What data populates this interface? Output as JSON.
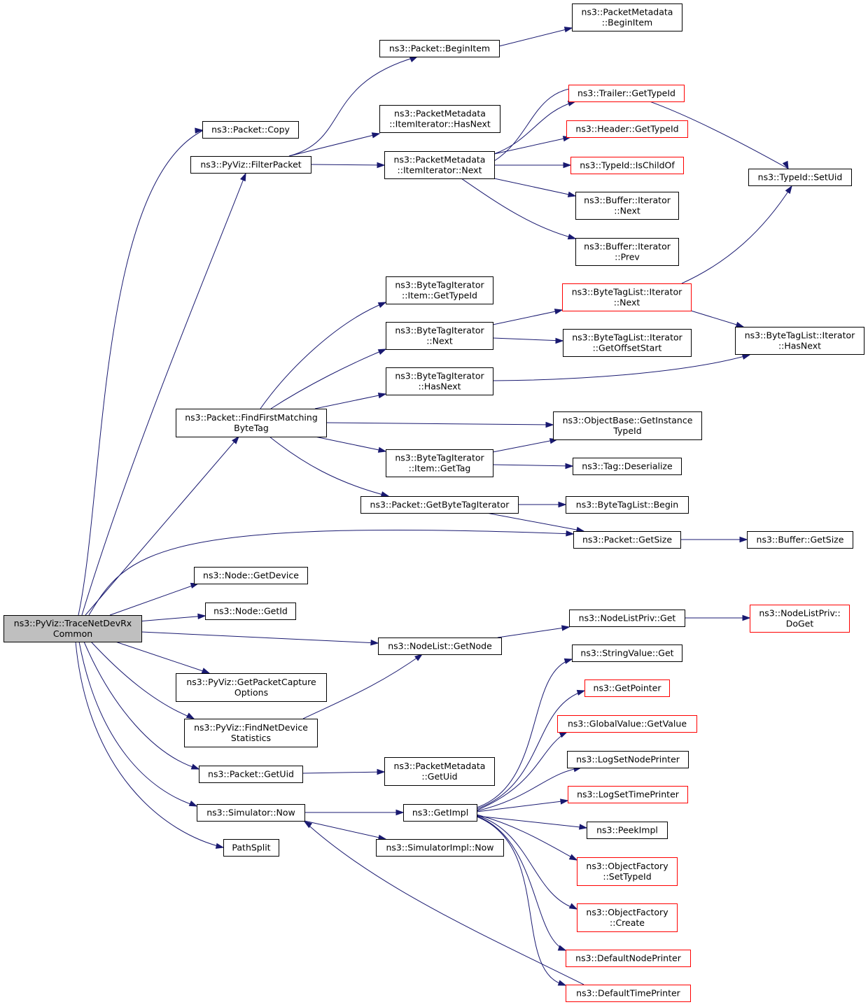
{
  "nodes": {
    "trace": [
      "ns3::PyViz::TraceNetDevRx",
      "Common"
    ],
    "copy": [
      "ns3::Packet::Copy"
    ],
    "filter": [
      "ns3::PyViz::FilterPacket"
    ],
    "beginItem": [
      "ns3::Packet::BeginItem"
    ],
    "pmBeginItem": [
      "ns3::PacketMetadata",
      "::BeginItem"
    ],
    "pmHasNext": [
      "ns3::PacketMetadata",
      "::ItemIterator::HasNext"
    ],
    "pmNext": [
      "ns3::PacketMetadata",
      "::ItemIterator::Next"
    ],
    "trailer": [
      "ns3::Trailer::GetTypeId"
    ],
    "header": [
      "ns3::Header::GetTypeId"
    ],
    "isChild": [
      "ns3::TypeId::IsChildOf"
    ],
    "setUid": [
      "ns3::TypeId::SetUid"
    ],
    "bufNext": [
      "ns3::Buffer::Iterator",
      "::Next"
    ],
    "bufPrev": [
      "ns3::Buffer::Iterator",
      "::Prev"
    ],
    "btiItemType": [
      "ns3::ByteTagIterator",
      "::Item::GetTypeId"
    ],
    "btiNext": [
      "ns3::ByteTagIterator",
      "::Next"
    ],
    "btlNext": [
      "ns3::ByteTagList::Iterator",
      "::Next"
    ],
    "btlOffset": [
      "ns3::ByteTagList::Iterator",
      "::GetOffsetStart"
    ],
    "btlHasNext": [
      "ns3::ByteTagList::Iterator",
      "::HasNext"
    ],
    "btiHasNext": [
      "ns3::ByteTagIterator",
      "::HasNext"
    ],
    "findFirst": [
      "ns3::Packet::FindFirstMatching",
      "ByteTag"
    ],
    "instType": [
      "ns3::ObjectBase::GetInstance",
      "TypeId"
    ],
    "btiGetTag": [
      "ns3::ByteTagIterator",
      "::Item::GetTag"
    ],
    "tagDeser": [
      "ns3::Tag::Deserialize"
    ],
    "getBTI": [
      "ns3::Packet::GetByteTagIterator"
    ],
    "btlBegin": [
      "ns3::ByteTagList::Begin"
    ],
    "getSize": [
      "ns3::Packet::GetSize"
    ],
    "bufSize": [
      "ns3::Buffer::GetSize"
    ],
    "getDevice": [
      "ns3::Node::GetDevice"
    ],
    "getId": [
      "ns3::Node::GetId"
    ],
    "nlpGet": [
      "ns3::NodeListPriv::Get"
    ],
    "nlpDoGet": [
      "ns3::NodeListPriv::",
      "DoGet"
    ],
    "getNode": [
      "ns3::NodeList::GetNode"
    ],
    "strGet": [
      "ns3::StringValue::Get"
    ],
    "getCapture": [
      "ns3::PyViz::GetPacketCapture",
      "Options"
    ],
    "getPointer": [
      "ns3::GetPointer"
    ],
    "gvGet": [
      "ns3::GlobalValue::GetValue"
    ],
    "findStats": [
      "ns3::PyViz::FindNetDevice",
      "Statistics"
    ],
    "logNode": [
      "ns3::LogSetNodePrinter"
    ],
    "getUid": [
      "ns3::Packet::GetUid"
    ],
    "pmGetUid": [
      "ns3::PacketMetadata",
      "::GetUid"
    ],
    "logTime": [
      "ns3::LogSetTimePrinter"
    ],
    "simNow": [
      "ns3::Simulator::Now"
    ],
    "getImpl": [
      "ns3::GetImpl"
    ],
    "peek": [
      "ns3::PeekImpl"
    ],
    "pathSplit": [
      "PathSplit"
    ],
    "simImplNow": [
      "ns3::SimulatorImpl::Now"
    ],
    "ofSetType": [
      "ns3::ObjectFactory",
      "::SetTypeId"
    ],
    "ofCreate": [
      "ns3::ObjectFactory",
      "::Create"
    ],
    "defNode": [
      "ns3::DefaultNodePrinter"
    ],
    "defTime": [
      "ns3::DefaultTimePrinter"
    ]
  },
  "node_styles": {
    "root": "#bfbfbf",
    "border_default": "#000000",
    "border_truncated": "#ff0000",
    "edge_color": "#191970"
  },
  "truncated_nodes": [
    "trailer",
    "header",
    "isChild",
    "btlNext",
    "nlpDoGet",
    "getPointer",
    "gvGet",
    "logTime",
    "ofSetType",
    "ofCreate",
    "defNode",
    "defTime"
  ],
  "edges": [
    [
      "trace",
      "copy"
    ],
    [
      "trace",
      "filter"
    ],
    [
      "trace",
      "findFirst"
    ],
    [
      "trace",
      "getSize"
    ],
    [
      "trace",
      "getDevice"
    ],
    [
      "trace",
      "getId"
    ],
    [
      "trace",
      "getNode"
    ],
    [
      "trace",
      "getCapture"
    ],
    [
      "trace",
      "findStats"
    ],
    [
      "trace",
      "getUid"
    ],
    [
      "trace",
      "simNow"
    ],
    [
      "trace",
      "pathSplit"
    ],
    [
      "filter",
      "beginItem"
    ],
    [
      "filter",
      "pmHasNext"
    ],
    [
      "filter",
      "pmNext"
    ],
    [
      "beginItem",
      "pmBeginItem"
    ],
    [
      "pmNext",
      "trailer"
    ],
    [
      "pmNext",
      "header"
    ],
    [
      "pmNext",
      "isChild"
    ],
    [
      "pmNext",
      "setUid"
    ],
    [
      "pmNext",
      "bufNext"
    ],
    [
      "pmNext",
      "bufPrev"
    ],
    [
      "findFirst",
      "btiItemType"
    ],
    [
      "findFirst",
      "btiNext"
    ],
    [
      "findFirst",
      "btiHasNext"
    ],
    [
      "findFirst",
      "instType"
    ],
    [
      "findFirst",
      "btiGetTag"
    ],
    [
      "findFirst",
      "getBTI"
    ],
    [
      "btiNext",
      "btlNext"
    ],
    [
      "btiNext",
      "btlOffset"
    ],
    [
      "btlNext",
      "setUid"
    ],
    [
      "btlNext",
      "btlHasNext"
    ],
    [
      "btiHasNext",
      "btlHasNext"
    ],
    [
      "btiGetTag",
      "instType"
    ],
    [
      "btiGetTag",
      "tagDeser"
    ],
    [
      "getBTI",
      "btlBegin"
    ],
    [
      "getBTI",
      "getSize"
    ],
    [
      "getSize",
      "bufSize"
    ],
    [
      "getNode",
      "nlpGet"
    ],
    [
      "nlpGet",
      "nlpDoGet"
    ],
    [
      "findStats",
      "getNode"
    ],
    [
      "getUid",
      "pmGetUid"
    ],
    [
      "simNow",
      "getImpl"
    ],
    [
      "simNow",
      "simImplNow"
    ],
    [
      "getImpl",
      "strGet"
    ],
    [
      "getImpl",
      "getPointer"
    ],
    [
      "getImpl",
      "gvGet"
    ],
    [
      "getImpl",
      "logNode"
    ],
    [
      "getImpl",
      "logTime"
    ],
    [
      "getImpl",
      "peek"
    ],
    [
      "getImpl",
      "ofSetType"
    ],
    [
      "getImpl",
      "ofCreate"
    ],
    [
      "getImpl",
      "defNode"
    ],
    [
      "getImpl",
      "defTime"
    ],
    [
      "defTime",
      "simNow"
    ]
  ]
}
